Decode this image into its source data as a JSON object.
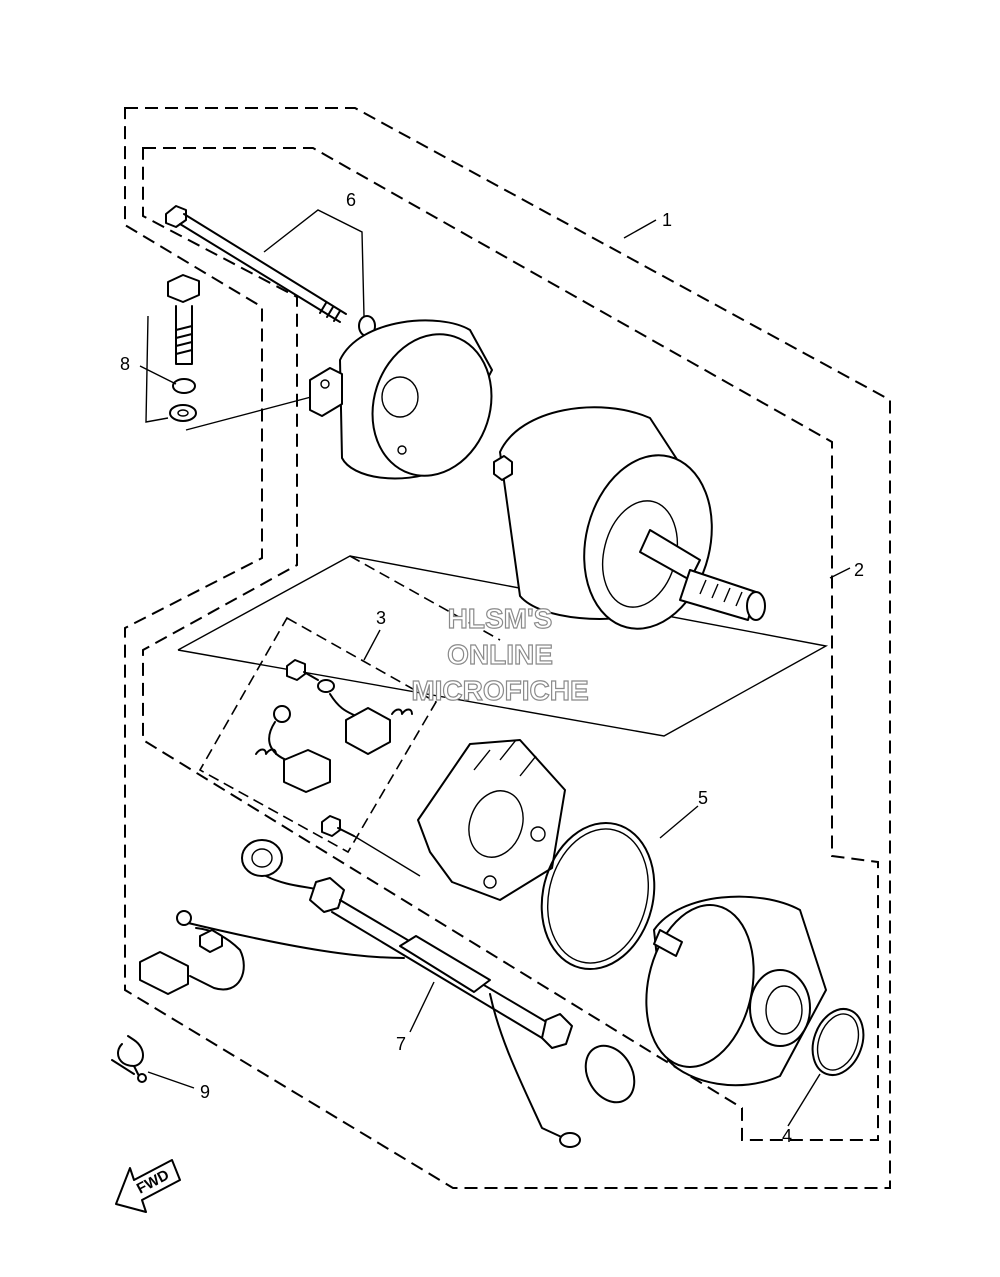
{
  "watermark": {
    "lines": [
      "HLSM'S",
      "ONLINE",
      "MICROFICHE"
    ]
  },
  "callouts": [
    {
      "id": "1",
      "label": "1"
    },
    {
      "id": "2",
      "label": "2"
    },
    {
      "id": "3",
      "label": "3"
    },
    {
      "id": "4",
      "label": "4"
    },
    {
      "id": "5",
      "label": "5"
    },
    {
      "id": "6",
      "label": "6"
    },
    {
      "id": "7",
      "label": "7"
    },
    {
      "id": "8",
      "label": "8"
    },
    {
      "id": "9",
      "label": "9"
    }
  ],
  "direction_arrow": {
    "label": "FWD"
  }
}
